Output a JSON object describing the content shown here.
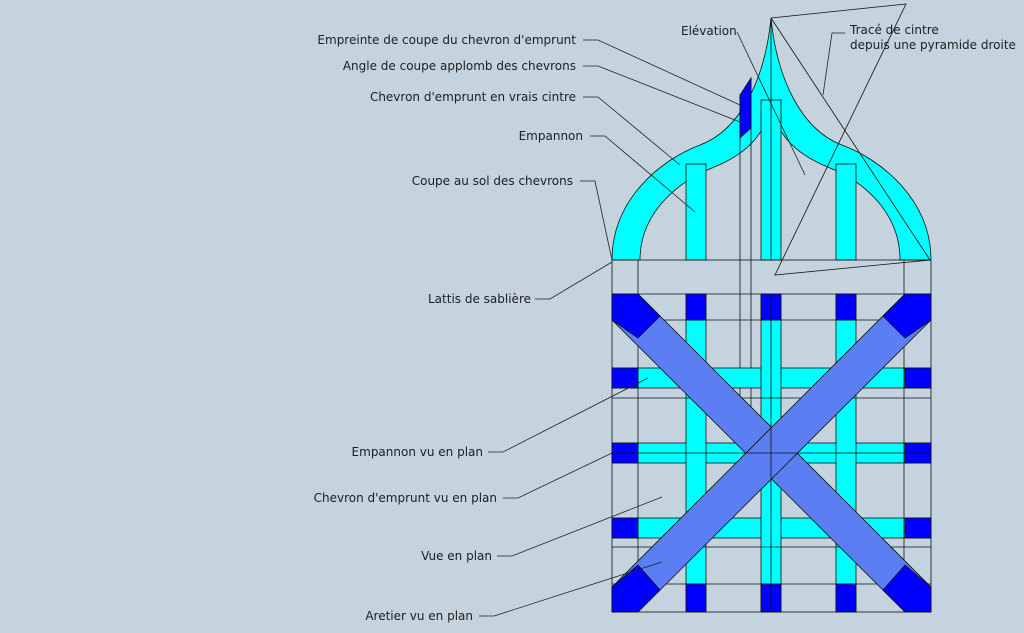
{
  "colors": {
    "background": "#c4d3de",
    "cyan": "#00ffff",
    "blue": "#0000ff",
    "hip_blue": "#5b7ff2",
    "line": "#111111"
  },
  "labels": {
    "empreinte": "Empreinte de coupe du chevron d'emprunt",
    "angle_coupe": "Angle de coupe applomb des chevrons",
    "chevron_vrais": "Chevron d'emprunt en vrais cintre",
    "empannon": "Empannon",
    "coupe_sol": "Coupe au sol des chevrons",
    "lattis": "Lattis de sablière",
    "empannon_plan": "Empannon vu en plan",
    "chevron_plan": "Chevron d'emprunt vu en plan",
    "vue_plan": "Vue en plan",
    "aretier_plan": "Aretier vu en plan",
    "elevation": "Elévation",
    "trace_line1": "Tracé de cintre",
    "trace_line2": "depuis une pyramide droite"
  }
}
